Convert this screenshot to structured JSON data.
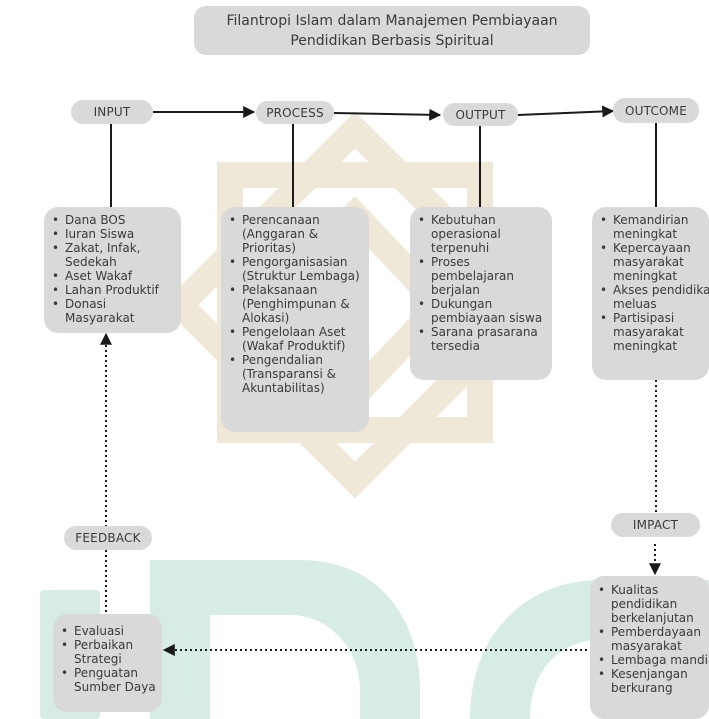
{
  "title": "Filantropi Islam dalam Manajemen Pembiayaan\nPendidikan Berbasis Spiritual",
  "stages": {
    "input": "INPUT",
    "process": "PROCESS",
    "output": "OUTPUT",
    "outcome": "OUTCOME",
    "feedback": "FEEDBACK",
    "impact": "IMPACT"
  },
  "input_items": [
    "Dana BOS",
    "Iuran Siswa",
    "Zakat, Infak, Sedekah",
    "Aset Wakaf",
    "Lahan Produktif",
    "Donasi Masyarakat"
  ],
  "process_items": [
    "Perencanaan (Anggaran & Prioritas)",
    "Pengorganisasian (Struktur Lembaga)",
    "Pelaksanaan (Penghimpunan & Alokasi)",
    "Pengelolaan Aset (Wakaf Produktif)",
    "Pengendalian (Transparansi & Akuntabilitas)"
  ],
  "output_items": [
    "Kebutuhan operasional terpenuhi",
    "Proses pembelajaran berjalan",
    "Dukungan pembiayaan siswa",
    "Sarana prasarana tersedia"
  ],
  "outcome_items": [
    "Kemandirian meningkat",
    "Kepercayaan masyarakat meningkat",
    "Akses pendidikan meluas",
    "Partisipasi masyarakat meningkat"
  ],
  "impact_items": [
    "Kualitas pendidikan berkelanjutan",
    "Pemberdayaan masyarakat",
    "Lembaga mandiri",
    "Kesenjangan berkurang"
  ],
  "feedback_items": [
    "Evaluasi",
    "Perbaikan Strategi",
    "Penguatan Sumber Daya"
  ],
  "colors": {
    "box_fill": "#d9d9d9",
    "arrow": "#1a1a1a",
    "watermark_tan": "#efe8d8",
    "watermark_teal": "#d7ede4"
  }
}
